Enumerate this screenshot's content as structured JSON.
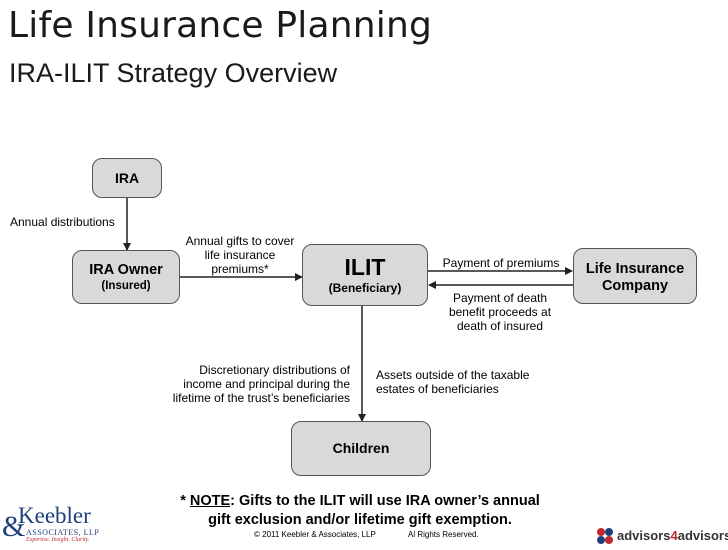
{
  "header": {
    "title": "Life Insurance Planning",
    "subtitle": "IRA-ILIT Strategy Overview"
  },
  "nodes": {
    "ira": {
      "label": "IRA"
    },
    "ira_owner": {
      "label": "IRA Owner",
      "sub": "(Insured)"
    },
    "ilit": {
      "label": "ILIT",
      "sub": "(Beneficiary)"
    },
    "life_insurance": {
      "label_line1": "Life Insurance",
      "label_line2": "Company"
    },
    "children": {
      "label": "Children"
    }
  },
  "edges": {
    "annual_distributions": "Annual distributions",
    "annual_gifts": [
      "Annual gifts to cover",
      "life insurance",
      "premiums*"
    ],
    "payment_premiums": "Payment of premiums",
    "payment_death": [
      "Payment of death",
      "benefit proceeds at",
      "death of insured"
    ],
    "discretionary": [
      "Discretionary distributions of",
      "income and principal during the",
      "lifetime of the trust’s beneficiaries"
    ],
    "assets_outside": [
      "Assets outside of the taxable",
      "estates of beneficiaries"
    ]
  },
  "note": {
    "prefix": "* ",
    "keyword": "NOTE",
    "line1_rest": ": Gifts to the ILIT will use IRA owner’s annual",
    "line2": "gift exclusion and/or lifetime gift exemption."
  },
  "footer": {
    "copyright": "© 2011 Keebler & Associates, LLP",
    "rights": "Al Rights Reserved."
  },
  "logos": {
    "left": {
      "name": "Keebler",
      "sub": "ASSOCIATES, LLP",
      "tagline": "Expertise. Insight. Clarity."
    },
    "right": {
      "name_a": "advisors",
      "name_num": "4",
      "name_b": "advisors"
    }
  },
  "colors": {
    "box_fill": "#d9d9d9",
    "box_border": "#555555",
    "logo_blue": "#1f3f7a",
    "logo_red": "#c0282f"
  }
}
